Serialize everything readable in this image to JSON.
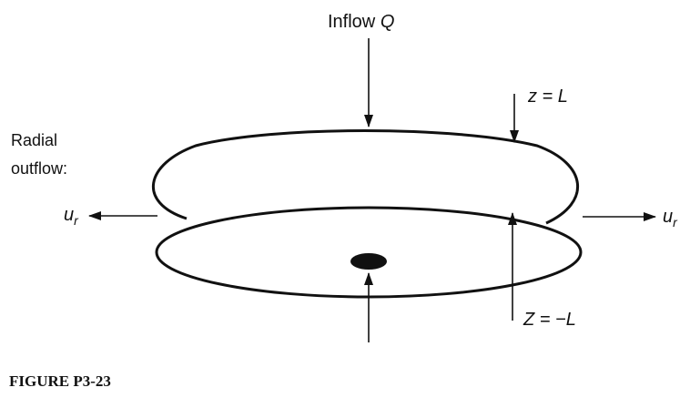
{
  "labels": {
    "inflow_text": "Inflow",
    "inflow_symbol": "Q",
    "top_plane": "z = L",
    "bottom_plane": "Z = −L",
    "radial_line1": "Radial",
    "radial_line2": "outflow:",
    "velocity_left": "u",
    "velocity_right": "u",
    "velocity_subscript": "r",
    "caption": "FIGURE P3-23"
  },
  "colors": {
    "ink": "#111111",
    "background": "#ffffff"
  }
}
